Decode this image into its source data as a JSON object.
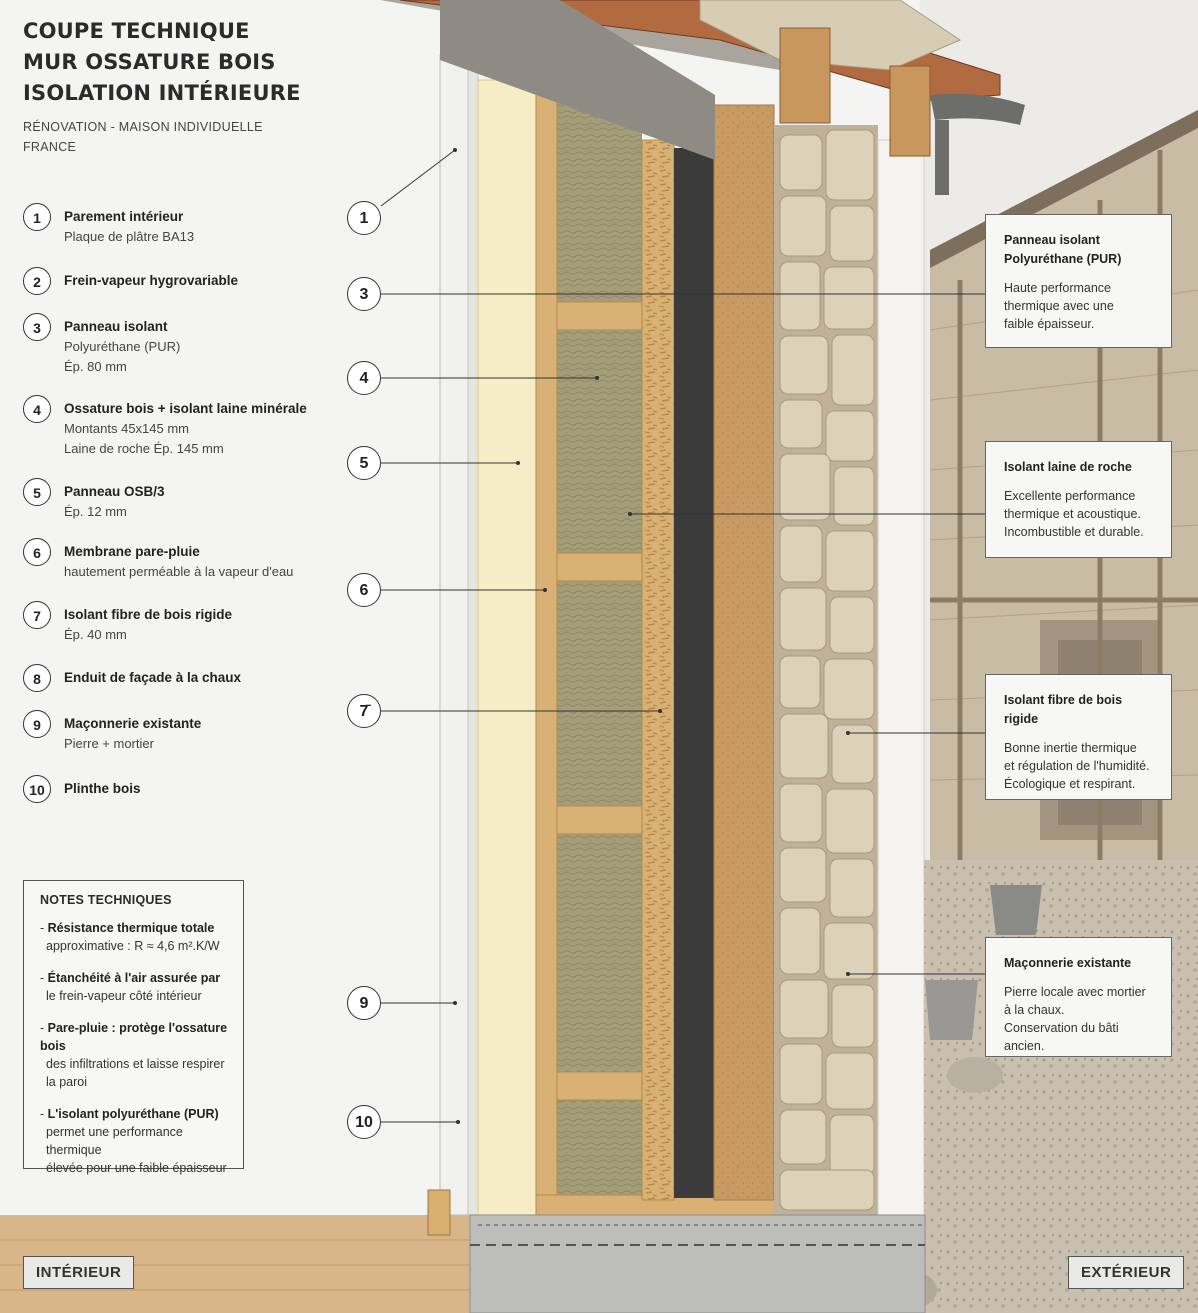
{
  "title": [
    "COUPE TECHNIQUE",
    "MUR OSSATURE BOIS",
    "ISOLATION INTÉRIEURE"
  ],
  "subtitle": [
    "RÉNOVATION - MAISON INDIVIDUELLE",
    "FRANCE"
  ],
  "legend": [
    {
      "num": "1",
      "title": "Parement intérieur",
      "lines": [
        "Plaque de plâtre BA13"
      ]
    },
    {
      "num": "2",
      "title": "Frein-vapeur hygrovariable",
      "lines": []
    },
    {
      "num": "3",
      "title": "Panneau isolant",
      "lines": [
        "Polyuréthane (PUR)",
        "Ép. 80 mm"
      ]
    },
    {
      "num": "4",
      "title": "Ossature bois + isolant laine minérale",
      "lines": [
        "Montants 45x145 mm",
        "Laine de roche Ép. 145 mm"
      ]
    },
    {
      "num": "5",
      "title": "Panneau OSB/3",
      "lines": [
        "Ép. 12 mm"
      ]
    },
    {
      "num": "6",
      "title": "Membrane pare-pluie",
      "lines": [
        "hautement perméable à la vapeur d'eau"
      ]
    },
    {
      "num": "7",
      "title": "Isolant fibre de bois rigide",
      "lines": [
        "Ép. 40 mm"
      ]
    },
    {
      "num": "8",
      "title": "Enduit de façade à la chaux",
      "lines": []
    },
    {
      "num": "9",
      "title": "Maçonnerie existante",
      "lines": [
        "Pierre + mortier"
      ]
    },
    {
      "num": "10",
      "title": "Plinthe bois",
      "lines": []
    }
  ],
  "notes": {
    "heading": "NOTES TECHNIQUES",
    "items": [
      {
        "lead": "Résistance thermique totale",
        "rest": [
          "approximative : R ≈ 4,6 m².K/W"
        ]
      },
      {
        "lead": "Étanchéité à l'air assurée par",
        "rest": [
          "le frein-vapeur côté intérieur"
        ]
      },
      {
        "lead": "Pare-pluie : protège l'ossature bois",
        "rest": [
          "des infiltrations et laisse respirer",
          "la paroi"
        ]
      },
      {
        "lead": "L'isolant polyuréthane (PUR)",
        "rest": [
          "permet une performance thermique",
          "élevée pour une faible épaisseur"
        ]
      }
    ]
  },
  "callouts": [
    "1",
    "3",
    "4",
    "5",
    "6",
    "7̄",
    "9",
    "10"
  ],
  "info_boxes": [
    {
      "title": [
        "Panneau isolant",
        "Polyuréthane (PUR)"
      ],
      "body": [
        "Haute performance",
        "thermique avec une",
        "faible épaisseur."
      ]
    },
    {
      "title": [
        "Isolant laine de roche"
      ],
      "body": [
        "Excellente performance",
        "thermique et acoustique.",
        "Incombustible et durable."
      ]
    },
    {
      "title": [
        "Isolant fibre de bois rigide"
      ],
      "body": [
        "Bonne inertie thermique",
        "et régulation de l'humidité.",
        "Écologique et respirant."
      ]
    },
    {
      "title": [
        "Maçonnerie existante"
      ],
      "body": [
        "Pierre locale avec mortier",
        "à la chaux.",
        "Conservation du bâti ancien."
      ]
    }
  ],
  "tags": {
    "interior": "INTÉRIEUR",
    "exterior": "EXTÉRIEUR"
  },
  "colors": {
    "plaster": "#f1f1ef",
    "pur_panel": "#f6edc6",
    "timber": "#d9b174",
    "rockwool": "#a09a76",
    "membrane": "#3b3b3b",
    "woodfiber": "#c89a63",
    "stone": "#d8cdb4",
    "render": "#f4f3ef",
    "floor": "#d8b68a"
  }
}
